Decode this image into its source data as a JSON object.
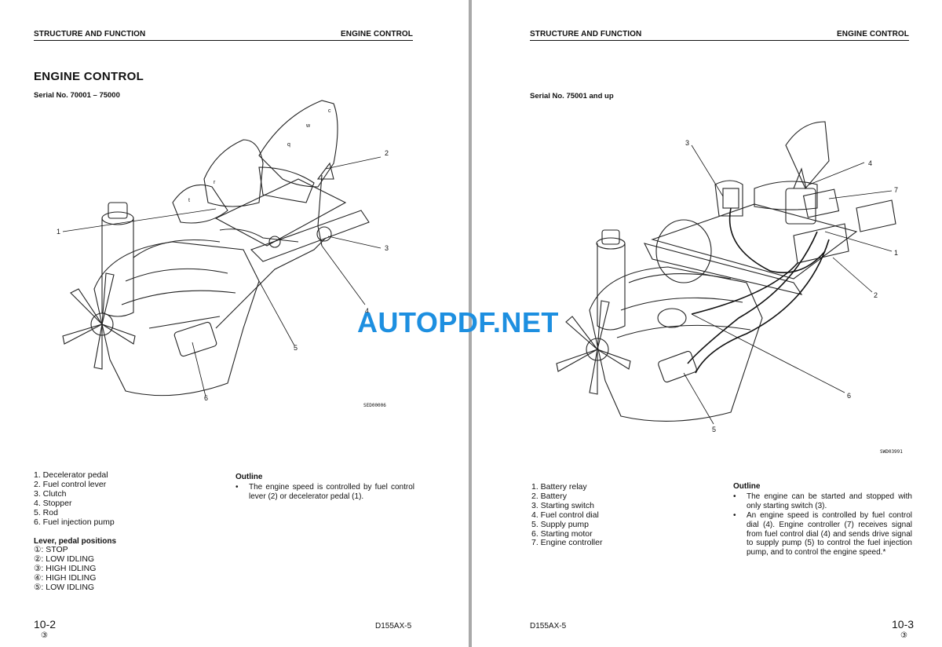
{
  "left_page": {
    "header_left": "STRUCTURE AND FUNCTION",
    "header_right": "ENGINE CONTROL",
    "title": "ENGINE CONTROL",
    "serial": "Serial No. 70001 – 75000",
    "figure": {
      "code": "SED00006",
      "callouts": [
        "1",
        "2",
        "3",
        "4",
        "5",
        "6"
      ],
      "direction_labels": [
        "c",
        "w",
        "q",
        "r",
        "t"
      ]
    },
    "parts": [
      "1. Decelerator pedal",
      "2. Fuel control lever",
      "3. Clutch",
      "4. Stopper",
      "5. Rod",
      "6. Fuel injection pump"
    ],
    "positions_title": "Lever, pedal positions",
    "positions": [
      "①: STOP",
      "②: LOW IDLING",
      "③: HIGH IDLING",
      "④: HIGH IDLING",
      "⑤: LOW IDLING"
    ],
    "outline_title": "Outline",
    "outline_bullets": [
      "The engine speed is controlled by fuel control lever (2) or decelerator pedal (1)."
    ],
    "page_number": "10-2",
    "revision": "③",
    "model": "D155AX-5"
  },
  "right_page": {
    "header_left": "STRUCTURE AND FUNCTION",
    "header_right": "ENGINE CONTROL",
    "serial": "Serial No. 75001 and up",
    "figure": {
      "code": "SWD03991",
      "callouts": [
        "3",
        "4",
        "7",
        "1",
        "2",
        "6",
        "5"
      ]
    },
    "parts": [
      "1. Battery relay",
      "2. Battery",
      "3. Starting switch",
      "4. Fuel control dial",
      "5. Supply pump",
      "6. Starting motor",
      "7. Engine controller"
    ],
    "outline_title": "Outline",
    "outline_bullets": [
      "The engine can be started and stopped with only starting switch (3).",
      "An engine speed is controlled by fuel control dial (4). Engine controller (7) receives signal from fuel control dial (4) and sends drive signal to supply pump (5) to control the fuel injection pump, and to control the engine speed.*"
    ],
    "page_number": "10-3",
    "revision": "③",
    "model": "D155AX-5"
  },
  "watermark": "AUTOPDF.NET"
}
